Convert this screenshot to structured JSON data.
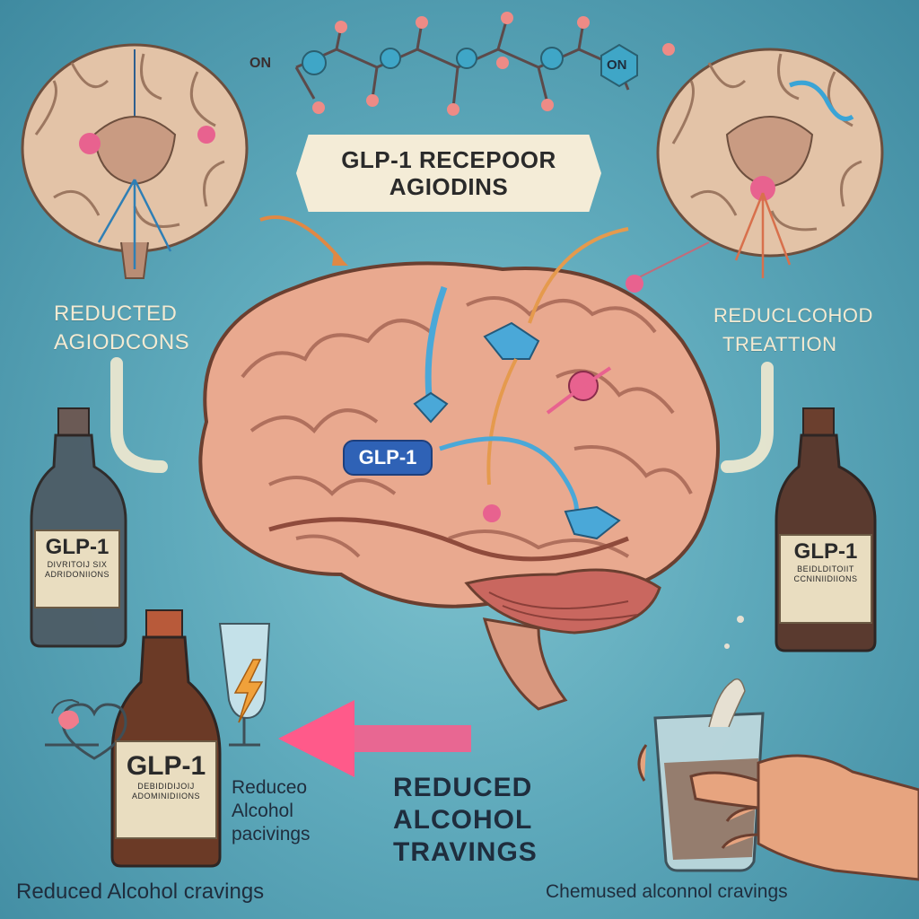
{
  "banner": {
    "line1": "GLP-1 RECEPOOR",
    "line2": "AGIODINS"
  },
  "molecule": {
    "left_label": "ON",
    "right_label": "ON"
  },
  "left_text": {
    "line1": "REDUCTED",
    "line2": "AGIODCONS"
  },
  "right_text": {
    "line1": "REDUCLCOHOD",
    "line2": "TREATTION"
  },
  "center_pill": "GLP-1",
  "bottles": [
    {
      "title": "GLP-1",
      "sub1": "DIVRITOIJ SIX",
      "sub2": "ADRIDONIIONS"
    },
    {
      "title": "GLP-1",
      "sub1": "BEIDLDITOIIT",
      "sub2": "CCNINIIDIIONS"
    },
    {
      "title": "GLP-1",
      "sub1": "DEBIDIDIJOIJ",
      "sub2": "ADOMINIDIIONS"
    }
  ],
  "mid_small_text": {
    "line1": "Reduceo",
    "line2": "Alcohol",
    "line3": "pacivings"
  },
  "center_big_text": {
    "line1": "REDUCED",
    "line2": "ALCOHOL",
    "line3": "TRAVINGS"
  },
  "bottom_left": "Reduced Alcohol cravings",
  "bottom_right": "Chemused alconnol cravings",
  "colors": {
    "background": "#5ea9bb",
    "arrow_pink": "#ff5a8a",
    "brain": "#e9a98f",
    "cerebellum": "#c9675f",
    "neuron_blue": "#4aa8d8",
    "pill": "#2f62b6"
  }
}
